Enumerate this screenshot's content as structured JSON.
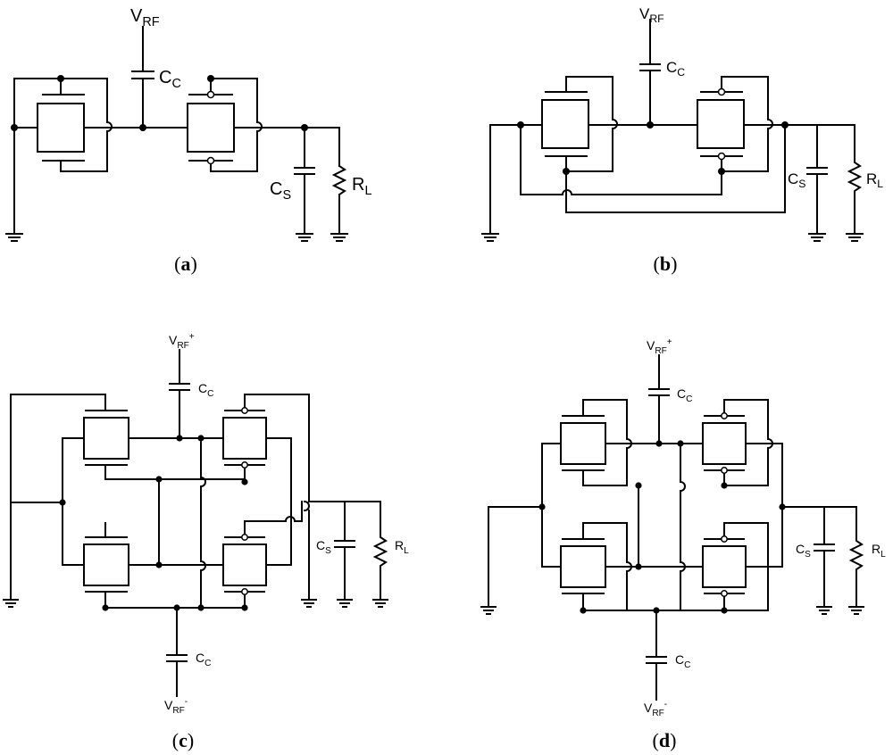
{
  "panels": [
    {
      "id": "a",
      "letter": "a"
    },
    {
      "id": "b",
      "letter": "b"
    },
    {
      "id": "c",
      "letter": "c"
    },
    {
      "id": "d",
      "letter": "d"
    }
  ],
  "labels": {
    "v_main": "V",
    "rf_sub": "RF",
    "plus": "+",
    "minus": "-",
    "c_main": "C",
    "c_sub": "C",
    "s_sub": "S",
    "r_main": "R",
    "l_sub": "L",
    "open_paren": "(",
    "close_paren": ")"
  }
}
